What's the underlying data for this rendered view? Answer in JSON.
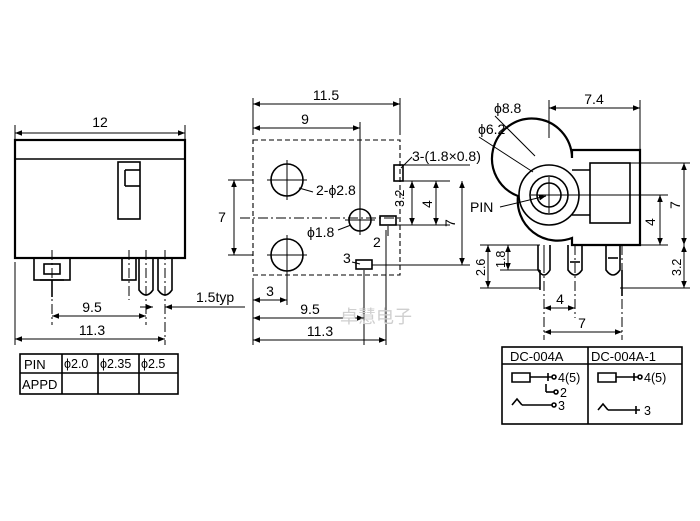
{
  "front_view": {
    "width_dim": "12",
    "pin_spacing_dim": "9.5",
    "overall_dim": "11.3",
    "pin_pitch_label": "1.5typ"
  },
  "bottom_view": {
    "width_dim": "11.5",
    "hole_spacing_top": "9",
    "slot_label": "3-(1.8×0.8)",
    "hole_large_label": "2-ϕ2.8",
    "hole_small_label": "ϕ1.8",
    "height_dim": "7",
    "dim_3_2": "3.2",
    "dim_4": "4",
    "dim_7_right": "7",
    "dim_2": "2",
    "dim_3_top": "3",
    "dim_3_bottom": "3",
    "dim_9_5": "9.5",
    "dim_11_3": "11.3"
  },
  "side_view": {
    "dia_8_8": "ϕ8.8",
    "dia_6_2": "ϕ6.2",
    "width_7_4": "7.4",
    "pin_label": "PIN",
    "dim_4_vert": "4",
    "dim_7_vert": "7",
    "dim_3_2": "3.2",
    "dim_2_6": "2.6",
    "dim_1_8": "1.8",
    "dim_4_horiz": "4",
    "dim_7_horiz": "7"
  },
  "pin_table": {
    "headers": [
      "PIN",
      "ϕ2.0",
      "ϕ2.35",
      "ϕ2.5"
    ],
    "row_label": "APPD",
    "row_values": [
      "",
      "",
      ""
    ]
  },
  "schematic_table": {
    "col1_title": "DC-004A",
    "col2_title": "DC-004A-1",
    "col1_pins": [
      "4(5)",
      "2",
      "3"
    ],
    "col2_pins": [
      "4(5)",
      "3"
    ]
  },
  "watermark": "卓慧电子"
}
